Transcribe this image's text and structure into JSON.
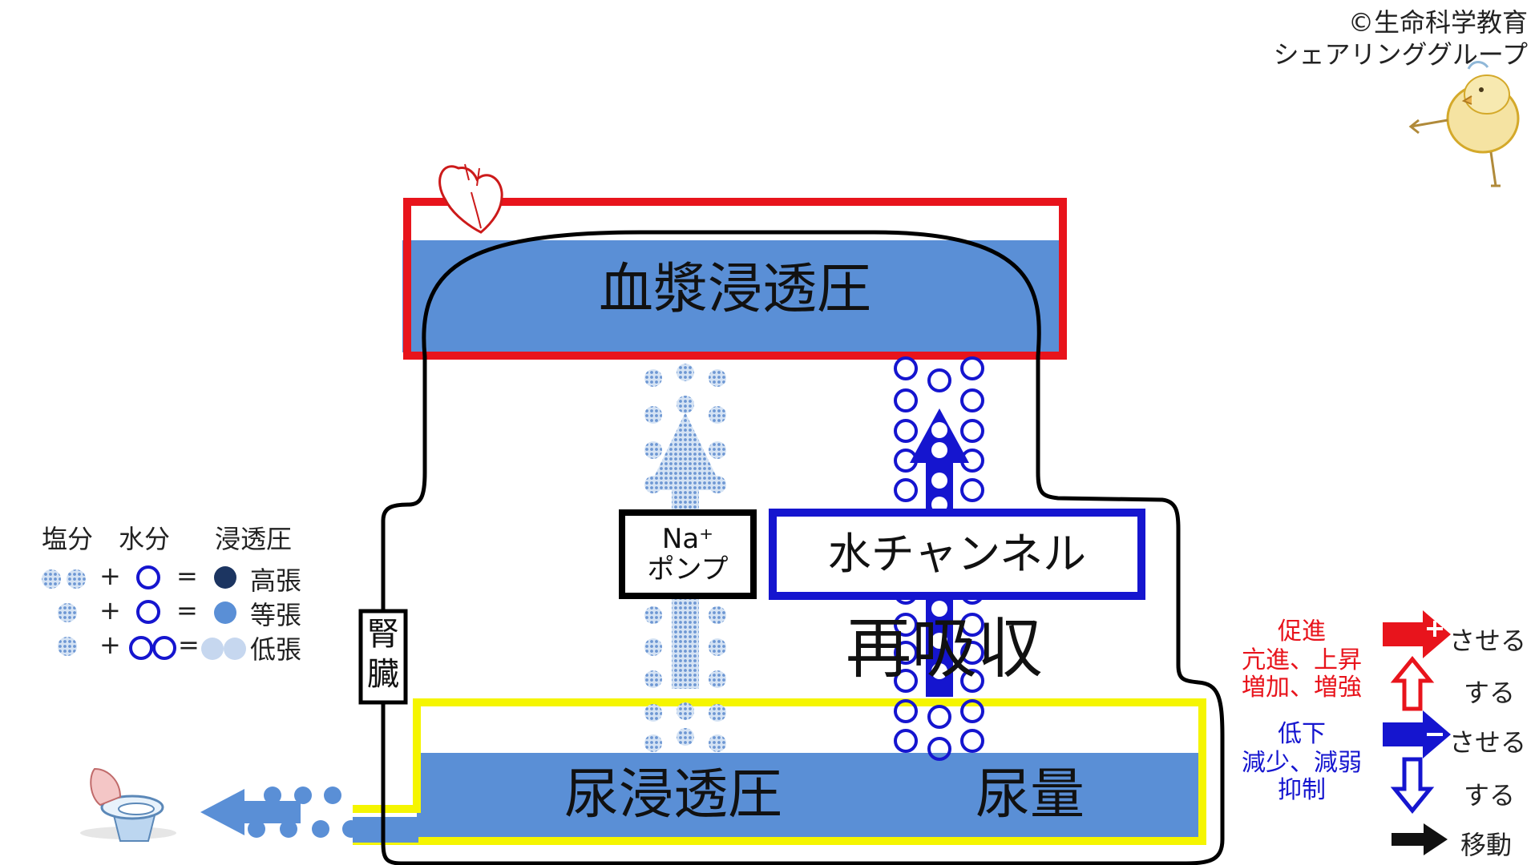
{
  "copyright": {
    "line1": "©生命科学教育",
    "line2": "シェアリンググループ"
  },
  "diagram": {
    "plasma_label": "血漿浸透圧",
    "urine_osm_label": "尿浸透圧",
    "urine_vol_label": "尿量",
    "kidney_label": "腎\n臓",
    "kidney_line1": "腎",
    "kidney_line2": "臓",
    "na_pump_line1": "Na⁺",
    "na_pump_line2": "ポンプ",
    "water_channel": "水チャンネル",
    "reabsorption": "再吸収"
  },
  "legend": {
    "header_salt": "塩分",
    "header_water": "水分",
    "header_osm": "浸透圧",
    "rows": [
      {
        "plus": "+",
        "eq": "=",
        "label": "高張"
      },
      {
        "plus": "+",
        "eq": "=",
        "label": "等張"
      },
      {
        "plus": "+",
        "eq": "=",
        "label": "低張"
      }
    ]
  },
  "key": {
    "promote_title": "促進",
    "promote_sub": "亢進、上昇\n増加、増強",
    "promote_sub1": "亢進、上昇",
    "promote_sub2": "増加、増強",
    "reduce_title": "低下",
    "reduce_sub1": "減少、減弱",
    "reduce_sub2": "抑制",
    "saseru1": "させる",
    "suru1": "する",
    "saseru2": "させる",
    "suru2": "する",
    "move": "移動"
  },
  "colors": {
    "red": "#e8141c",
    "blue": "#1515cf",
    "fill": "#5a8fd6",
    "yellow": "#f5f500",
    "navy": "#1c3561"
  }
}
